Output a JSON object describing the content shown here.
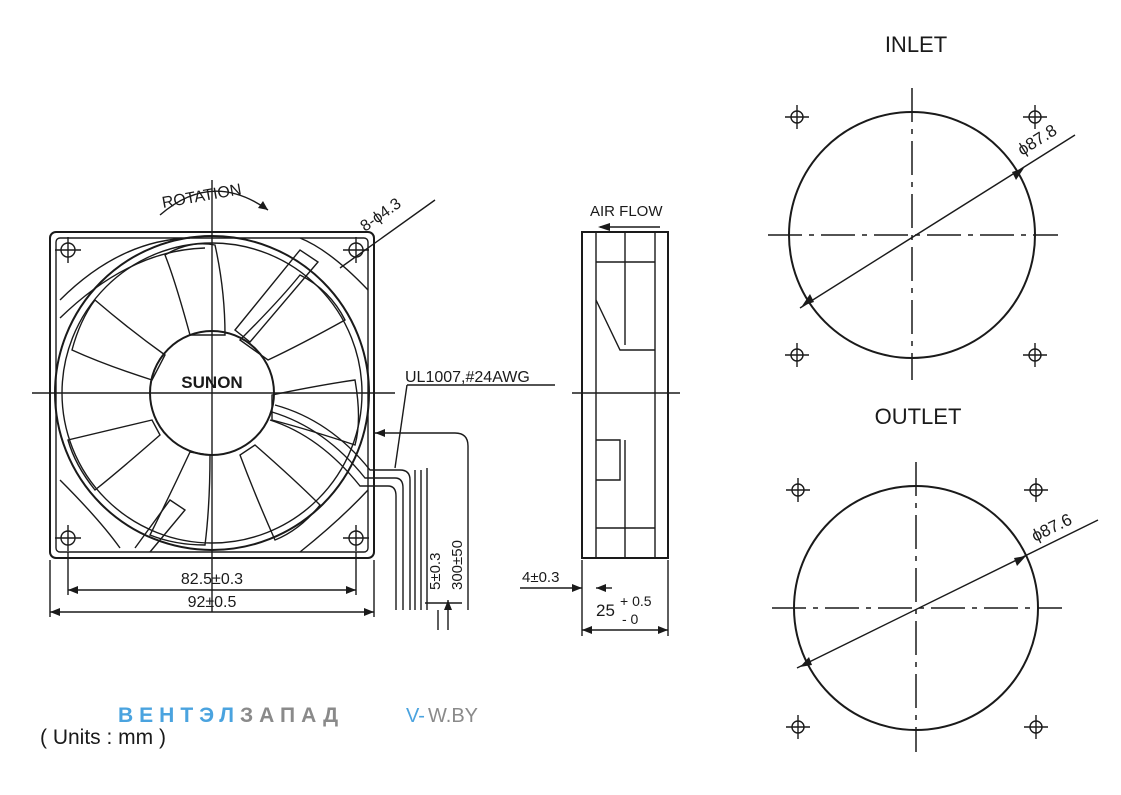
{
  "labels": {
    "rotation": "ROTATION",
    "holes": "8-ϕ4.3",
    "brand": "SUNON",
    "cable": "UL1007,#24AWG",
    "dim_hole_spacing": "82.5±0.3",
    "dim_overall": "92±0.5",
    "dim_strip": "5±0.3",
    "dim_lead": "300±50",
    "airflow": "AIR FLOW",
    "dim_flange": "4±0.3",
    "dim_depth_main": "25",
    "dim_depth_plus": "+ 0.5",
    "dim_depth_minus": "- 0",
    "inlet": "INLET",
    "inlet_dia": "ϕ87.8",
    "outlet": "OUTLET",
    "outlet_dia": "ϕ87.6",
    "units": "( Units : mm )",
    "watermark_blue": "ВЕНТЭЛ",
    "watermark_gray": "ЗАПАД",
    "watermark_site_v": "V-",
    "watermark_site_rest": "W.BY"
  },
  "colors": {
    "line": "#1a1a1a",
    "watermark_blue": "#4aa3df",
    "watermark_gray": "#8a8a8a"
  }
}
